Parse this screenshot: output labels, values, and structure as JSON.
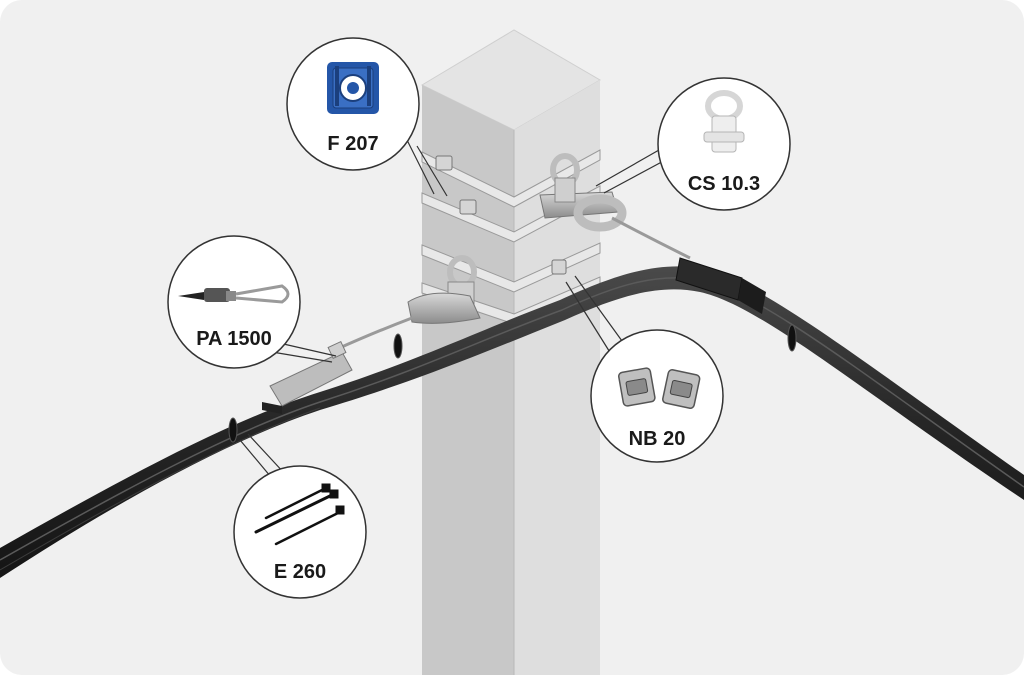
{
  "callouts": {
    "f207": {
      "label": "F 207",
      "icon": "steel-band-coil-icon",
      "color": "#2456a8"
    },
    "cs103": {
      "label": "CS 10.3",
      "icon": "cable-suspension-clamp-icon"
    },
    "pa1500": {
      "label": "PA 1500",
      "icon": "anchoring-clamp-icon"
    },
    "nb20": {
      "label": "NB 20",
      "icon": "band-buckle-icon"
    },
    "e260": {
      "label": "E 260",
      "icon": "cable-tie-icon"
    }
  },
  "colors": {
    "background": "#f0f0f0",
    "pole_front": "#c9c9c9",
    "pole_side": "#dcdcdc",
    "pole_top": "#e2e2e2",
    "cable": "#2b2b2b"
  }
}
